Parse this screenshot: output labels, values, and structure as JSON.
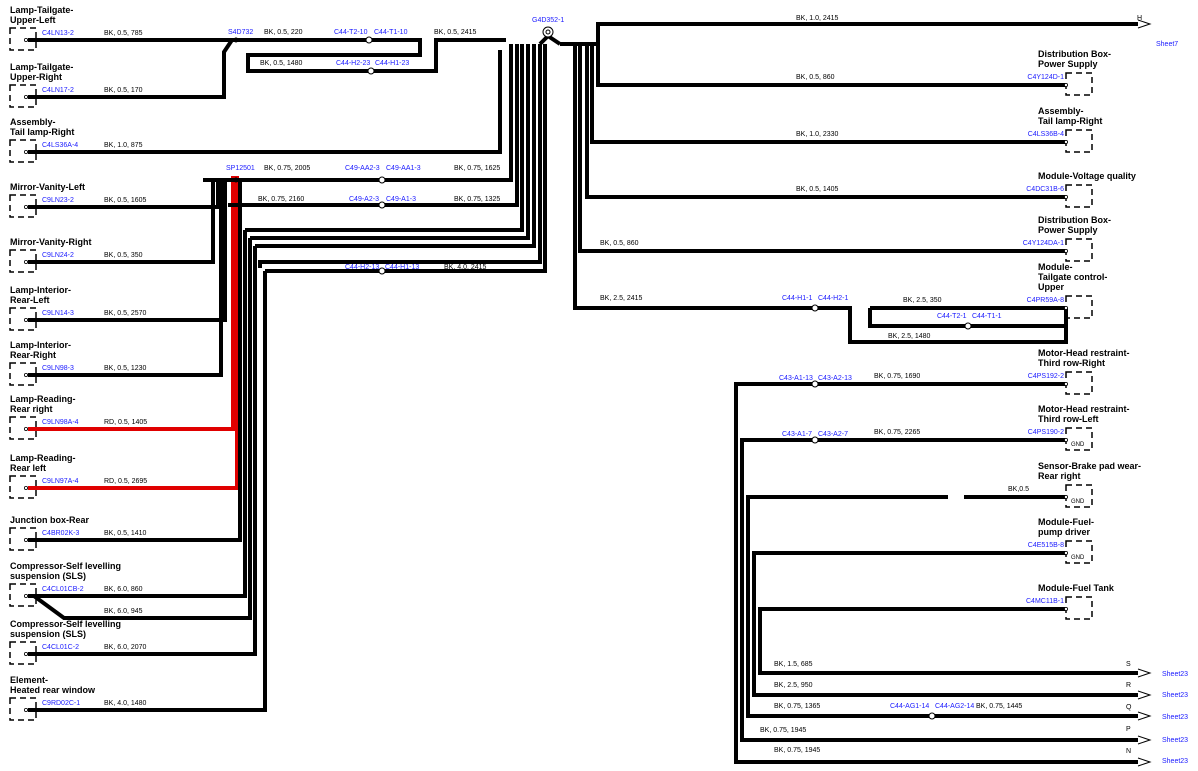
{
  "left_components": [
    {
      "id": "lamp-tailgate-upper-left",
      "line1": "Lamp-Tailgate-",
      "line2": "Upper-Left",
      "connector": "C4LN13-2",
      "wire": "BK, 0.5, 785"
    },
    {
      "id": "lamp-tailgate-upper-right",
      "line1": "Lamp-Tailgate-",
      "line2": "Upper-Right",
      "connector": "C4LN17-2",
      "wire": "BK, 0.5, 170"
    },
    {
      "id": "assembly-tail-lamp-right",
      "line1": "Assembly-",
      "line2": "Tail lamp-Right",
      "connector": "C4LS36A-4",
      "wire": "BK, 1.0, 875"
    },
    {
      "id": "mirror-vanity-left",
      "line1": "Mirror-Vanity-Left",
      "line2": "",
      "connector": "C9LN23-2",
      "wire": "BK, 0.5, 1605"
    },
    {
      "id": "mirror-vanity-right",
      "line1": "Mirror-Vanity-Right",
      "line2": "",
      "connector": "C9LN24-2",
      "wire": "BK, 0.5, 350"
    },
    {
      "id": "lamp-interior-rear-left",
      "line1": "Lamp-Interior-",
      "line2": "Rear-Left",
      "connector": "C9LN14-3",
      "wire": "BK, 0.5, 2570"
    },
    {
      "id": "lamp-interior-rear-right",
      "line1": "Lamp-Interior-",
      "line2": "Rear-Right",
      "connector": "C9LN98-3",
      "wire": "BK, 0.5, 1230"
    },
    {
      "id": "lamp-reading-rear-right",
      "line1": "Lamp-Reading-",
      "line2": "Rear right",
      "connector": "C9LN98A-4",
      "wire": "RD, 0.5, 1405"
    },
    {
      "id": "lamp-reading-rear-left",
      "line1": "Lamp-Reading-",
      "line2": "Rear left",
      "connector": "C9LN97A-4",
      "wire": "RD, 0.5, 2695"
    },
    {
      "id": "junction-box-rear",
      "line1": "Junction box-Rear",
      "line2": "",
      "connector": "C4BR02K-3",
      "wire": "BK, 0.5, 1410"
    },
    {
      "id": "compressor-sls-1",
      "line1": "Compressor-Self levelling",
      "line2": "suspension (SLS)",
      "connector": "C4CL01CB-2",
      "wire": "BK, 6.0, 860",
      "wire2": "BK, 6.0, 945"
    },
    {
      "id": "compressor-sls-2",
      "line1": "Compressor-Self levelling",
      "line2": "suspension (SLS)",
      "connector": "C4CL01C-2",
      "wire": "BK, 6.0, 2070"
    },
    {
      "id": "element-heated-rear-window",
      "line1": "Element-",
      "line2": "Heated rear window",
      "connector": "C9RD02C-1",
      "wire": "BK, 4.0, 1480"
    }
  ],
  "right_components": [
    {
      "id": "distribution-box-1",
      "line1": "Distribution Box-",
      "line2": "Power Supply",
      "line3": "",
      "connector": "C4Y124D-1",
      "wire": "BK, 0.5, 860"
    },
    {
      "id": "assembly-tail-lamp-right-2",
      "line1": "Assembly-",
      "line2": "Tail lamp-Right",
      "line3": "",
      "connector": "C4LS36B-4",
      "wire": "BK, 1.0, 2330"
    },
    {
      "id": "module-voltage-quality",
      "line1": "Module-Voltage quality",
      "line2": "",
      "line3": "",
      "connector": "C4DC31B-6",
      "wire": "BK, 0.5, 1405"
    },
    {
      "id": "distribution-box-2",
      "line1": "Distribution Box-",
      "line2": "Power Supply",
      "line3": "",
      "connector": "C4Y124DA-1",
      "wire": "BK, 0.5, 860"
    },
    {
      "id": "module-tailgate-control",
      "line1": "Module-",
      "line2": "Tailgate control-",
      "line3": "Upper",
      "connector": "C4PR59A-8",
      "wire": "BK, 2.5, 350"
    },
    {
      "id": "motor-head-restraint-right",
      "line1": "Motor-Head restraint-",
      "line2": "Third row-Right",
      "line3": "",
      "connector": "C4PS192-2",
      "wire": "BK, 0.75, 1690"
    },
    {
      "id": "motor-head-restraint-left",
      "line1": "Motor-Head restraint-",
      "line2": "Third row-Left",
      "line3": "",
      "connector": "C4PS190-2",
      "wire": "BK, 0.75, 2265"
    },
    {
      "id": "sensor-brake-pad",
      "line1": "Sensor-Brake pad wear-",
      "line2": "Rear right",
      "line3": "",
      "connector": "",
      "wire": "BK,0.5"
    },
    {
      "id": "module-fuel-pump",
      "line1": "Module-Fuel-",
      "line2": "pump driver",
      "line3": "",
      "connector": "C4E515B-8",
      "wire": ""
    },
    {
      "id": "module-fuel-tank",
      "line1": "Module-Fuel Tank",
      "line2": "",
      "line3": "",
      "connector": "C4MC11B-1",
      "wire": ""
    }
  ],
  "splices": {
    "sp1": "S4D732",
    "sp2": "SP12501",
    "ground": "G4D352-1"
  },
  "inline": {
    "c_t2_10": "C44-T2-10",
    "c_t1_10": "C44-T1-10",
    "c_h2_23": "C44-H2-23",
    "c_h1_23": "C44-H1-23",
    "c_aa2_3": "C49-AA2-3",
    "c_aa1_3": "C49-AA1-3",
    "c_a2_3": "C49-A2-3",
    "c_a1_3": "C49-A1-3",
    "c_h2_13": "C44-H2-13",
    "c_h1_13": "C44-H1-13",
    "c_h1_1": "C44-H1-1",
    "c_h2_1": "C44-H2-1",
    "c_t2_1": "C44-T2-1",
    "c_t1_1": "C44-T1-1",
    "c_a1_13": "C43-A1-13",
    "c_a2_13": "C43-A2-13",
    "c_a1_7": "C43-A1-7",
    "c_a2_7": "C43-A2-7",
    "c_ag1_14": "C44-AG1-14",
    "c_ag2_14": "C44-AG2-14"
  },
  "wires": {
    "w_220": "BK, 0.5, 220",
    "w_2415": "BK, 0.5, 2415",
    "w_1480": "BK, 0.5, 1480",
    "w_h": "BK, 1.0, 2415",
    "w_2005": "BK, 0.75, 2005",
    "w_1625": "BK, 0.75, 1625",
    "w_2160": "BK, 0.75, 2160",
    "w_1325": "BK, 0.75, 1325",
    "w_40_2415": "BK, 4.0, 2415",
    "w_25_2415": "BK, 2.5, 2415",
    "w_25_1480": "BK, 2.5, 1480",
    "w_s": "BK, 1.5, 685",
    "w_r": "BK, 2.5, 950",
    "w_q1": "BK, 0.75, 1365",
    "w_q2": "BK, 0.75, 1445",
    "w_p": "BK, 0.75, 1945",
    "w_n": "BK, 0.75, 1945"
  },
  "offsheet": {
    "h": "H",
    "h_sheet": "Sheet7",
    "s": "S",
    "r": "R",
    "q": "Q",
    "p": "P",
    "n": "N",
    "sheet23": "Sheet23"
  },
  "gnd": "GND"
}
